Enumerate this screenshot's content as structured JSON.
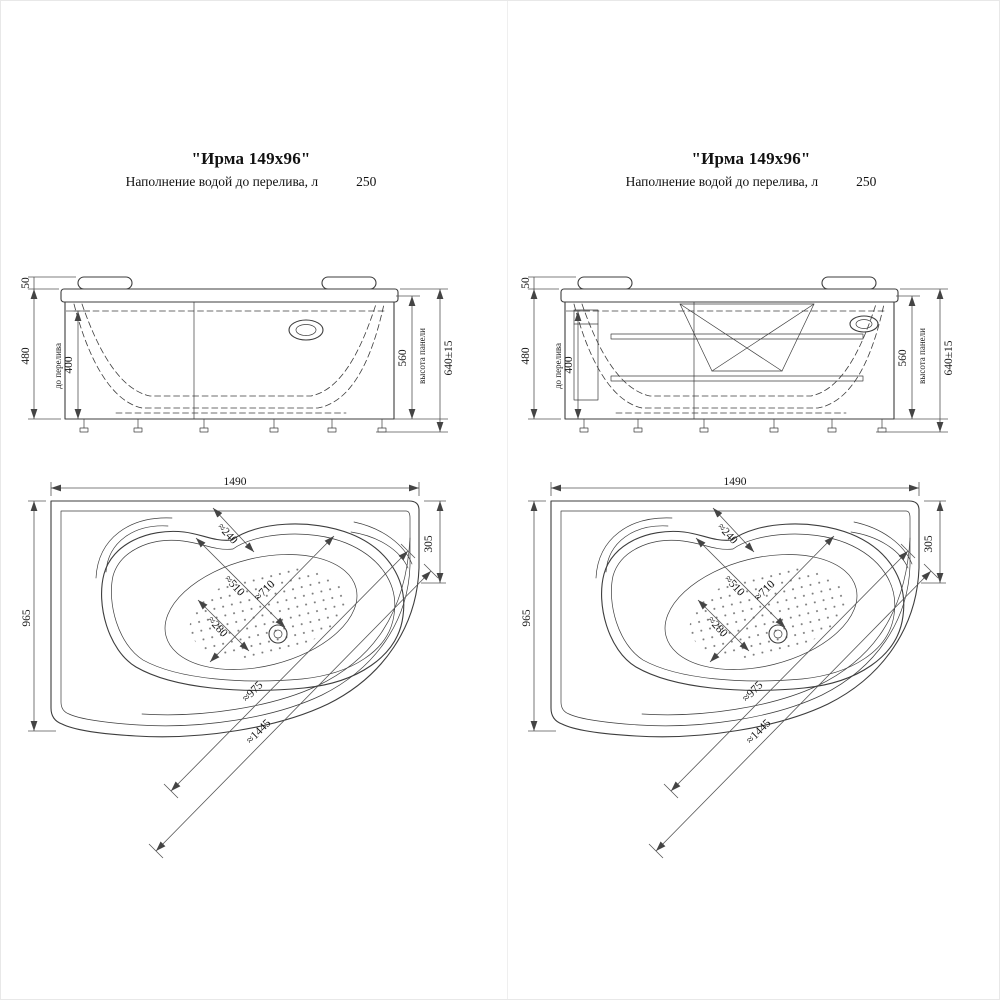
{
  "page_bg": "#ffffff",
  "line_color": "#3d3d3d",
  "columns": [
    {
      "title": "\"Ирма 149x96\"",
      "fill_label": "Наполнение водой до перелива, л",
      "fill_value": "250"
    },
    {
      "title": "\"Ирма 149x96\"",
      "fill_label": "Наполнение водой до перелива, л",
      "fill_value": "250"
    }
  ],
  "elevation_dims": {
    "rim_height": "50",
    "inner_depth": "480",
    "overflow_depth": "400",
    "overflow_label": "до перелива",
    "panel_inner": "560",
    "total_height": "640±15",
    "panel_label": "высота панели"
  },
  "plan_dims": {
    "length": "1490",
    "width": "965",
    "right_edge": "305",
    "seat_width": "≈240",
    "bowl_width_wide": "≈510",
    "bowl_width_narrow": "≈280",
    "bowl_length": "≈710",
    "diag_inner": "≈975",
    "diag_outer": "≈1445"
  }
}
